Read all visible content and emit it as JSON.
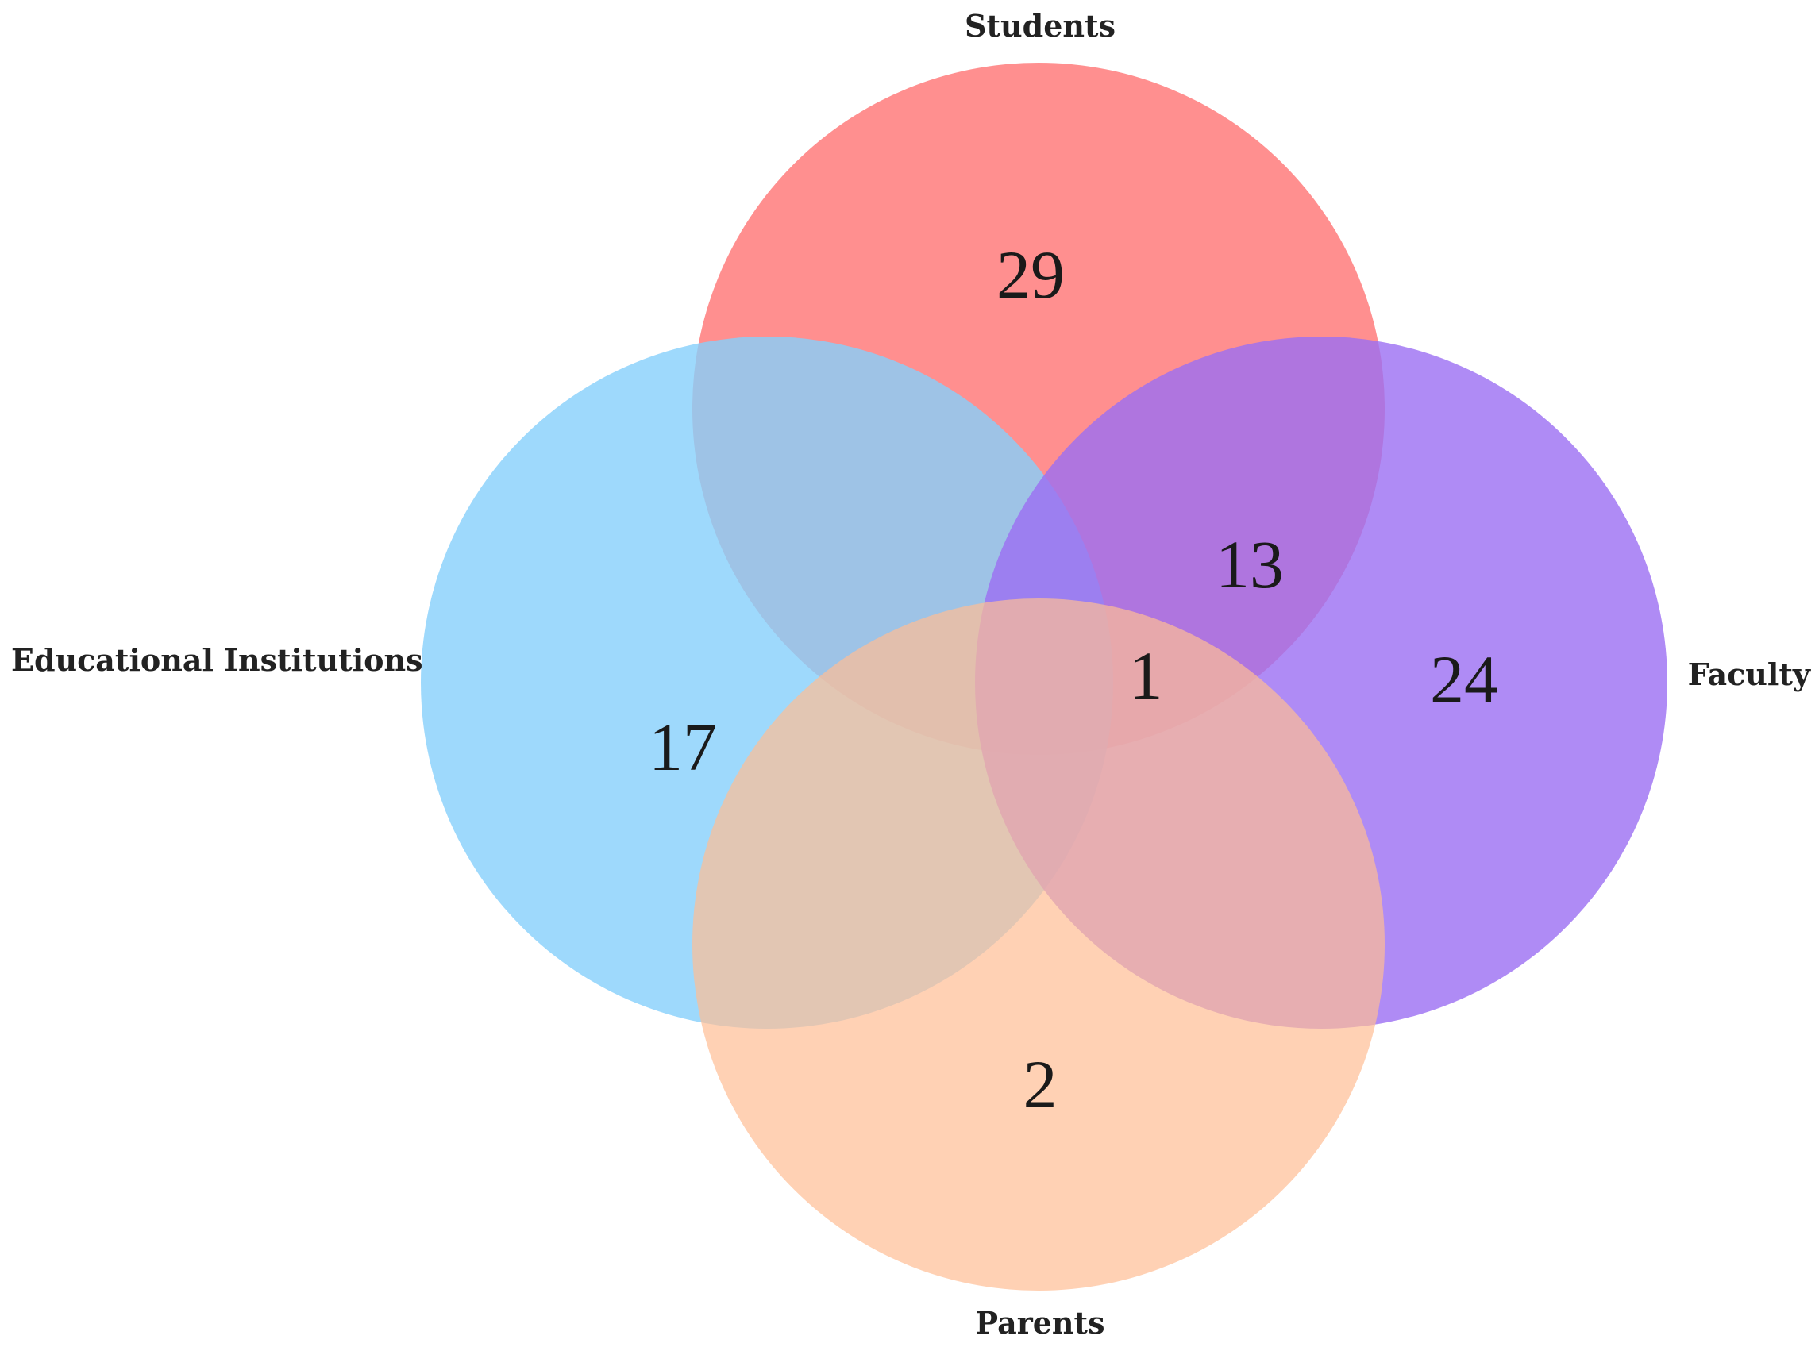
{
  "diagram": {
    "type": "venn",
    "sets": [
      {
        "id": "students",
        "label": "Students",
        "color": "#ff7b7b"
      },
      {
        "id": "educational",
        "label": "Educational Institutions",
        "color": "#86cffb"
      },
      {
        "id": "faculty",
        "label": "Faculty",
        "color": "#9b6ef2"
      },
      {
        "id": "parents",
        "label": "Parents",
        "color": "#ffbd94"
      }
    ],
    "regions": [
      {
        "id": "students-only",
        "sets": [
          "students"
        ],
        "value": "29"
      },
      {
        "id": "students-faculty",
        "sets": [
          "students",
          "faculty"
        ],
        "value": "13"
      },
      {
        "id": "faculty-only",
        "sets": [
          "faculty"
        ],
        "value": "24"
      },
      {
        "id": "educational-only",
        "sets": [
          "educational"
        ],
        "value": "17"
      },
      {
        "id": "students-faculty-parents",
        "sets": [
          "students",
          "faculty",
          "parents"
        ],
        "value": "1"
      },
      {
        "id": "parents-only",
        "sets": [
          "parents"
        ],
        "value": "2"
      }
    ]
  }
}
